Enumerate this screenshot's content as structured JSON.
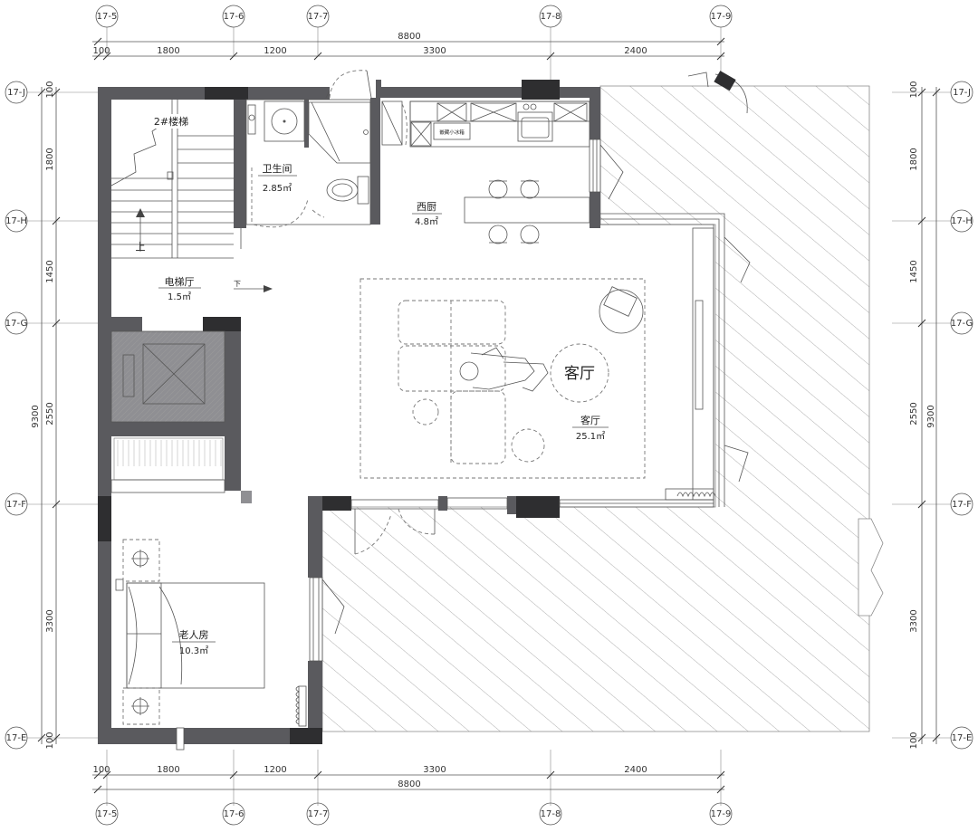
{
  "grid_columns": [
    "17-5",
    "17-6",
    "17-7",
    "17-8",
    "17-9"
  ],
  "grid_rows": [
    "17-J",
    "17-H",
    "17-G",
    "17-F",
    "17-E"
  ],
  "dims_horizontal": {
    "segments": [
      "100",
      "1800",
      "1200",
      "3300",
      "2400"
    ],
    "total": "8800"
  },
  "dims_vertical": {
    "segments": [
      "100",
      "1800",
      "1450",
      "2550",
      "3300",
      "100"
    ],
    "total": "9300"
  },
  "rooms": {
    "stair": {
      "name": "2#楼梯",
      "up_mark": "上"
    },
    "elevator_hall": {
      "name": "电梯厅",
      "area": "1.5㎡",
      "down_mark": "下"
    },
    "bathroom": {
      "name": "卫生间",
      "area": "2.85㎡"
    },
    "kitchen": {
      "name": "西厨",
      "area": "4.8㎡",
      "appliance_label": "嵌藏小冰箱"
    },
    "living": {
      "name": "客厅",
      "area": "25.1㎡",
      "rug_label": "客厅"
    },
    "bedroom": {
      "name": "老人房",
      "area": "10.3㎡"
    }
  },
  "colors": {
    "wall": "#5a5a5e",
    "wall_dark": "#2e2e30",
    "wall_gray": "#8f8f93",
    "line": "#555555"
  }
}
